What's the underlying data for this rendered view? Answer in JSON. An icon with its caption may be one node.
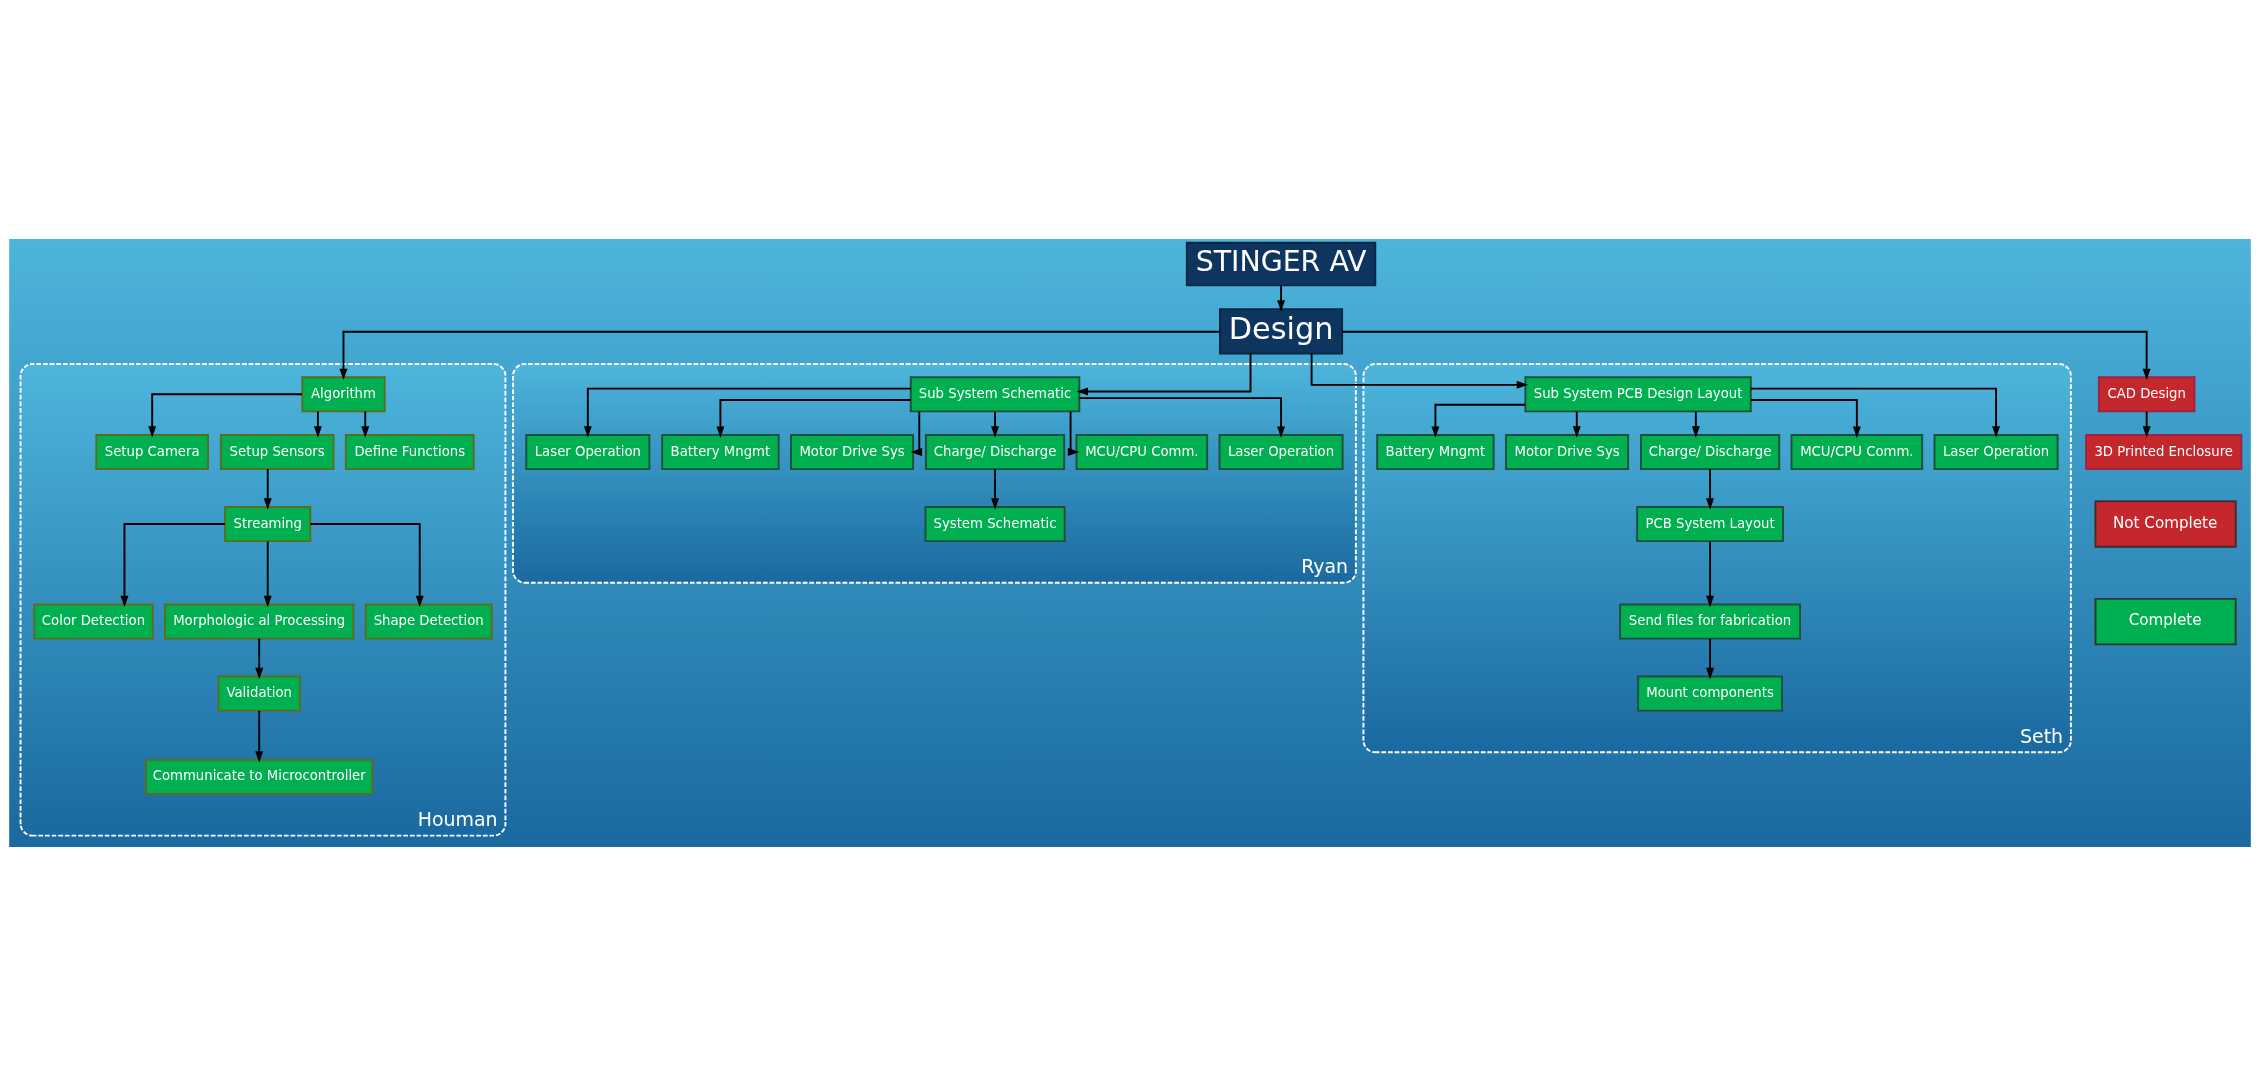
{
  "diagram": {
    "nodes": [
      {
        "text": [
          "STINGER AV"
        ]
      },
      {
        "text": [
          "Design"
        ]
      },
      {
        "text": [
          "CAD Design"
        ]
      },
      {
        "text": [
          "3D Printed Enclosure"
        ]
      },
      {
        "text": [
          "Houman"
        ]
      },
      {
        "text": [
          "Algorithm"
        ],
        "in": 4
      },
      {
        "text": [
          "Setup Camera"
        ],
        "in": 4
      },
      {
        "text": [
          "Setup Sensors"
        ],
        "in": 4
      },
      {
        "text": [
          "Define Functions"
        ],
        "in": 4
      },
      {
        "text": [
          "Streaming"
        ],
        "in": 4
      },
      {
        "text": [
          "Color Detection"
        ],
        "in": 4
      },
      {
        "text": [
          "Morphologic al Processing"
        ],
        "in": 4
      },
      {
        "text": [
          "Shape Detection"
        ],
        "in": 4
      },
      {
        "text": [
          "Validation"
        ],
        "in": 4
      },
      {
        "text": [
          "Communicate to Microcontroller"
        ],
        "in": 4
      },
      {
        "text": [
          "Ryan"
        ]
      },
      {
        "text": [
          "Sub System Schematic"
        ],
        "in": 15
      },
      {
        "text": [
          "Laser Operation"
        ],
        "in": 15
      },
      {
        "text": [
          "Battery Mngmt"
        ],
        "in": 15
      },
      {
        "text": [
          "Motor Drive Sys"
        ],
        "in": 15
      },
      {
        "text": [
          "Charge/ Discharge"
        ],
        "in": 15
      },
      {
        "text": [
          "MCU/CPU Comm."
        ],
        "in": 15
      },
      {
        "text": [
          "Laser Operation"
        ],
        "in": 15
      },
      {
        "text": [
          "System Schematic"
        ],
        "in": 15
      },
      {
        "text": [
          "Seth"
        ]
      },
      {
        "text": [
          "Sub System PCB Design Layout"
        ],
        "in": 24
      },
      {
        "text": [
          "Battery Mngmt"
        ],
        "in": 24
      },
      {
        "text": [
          "Motor Drive Sys"
        ],
        "in": 24
      },
      {
        "text": [
          "Charge/ Discharge"
        ],
        "in": 24
      },
      {
        "text": [
          "MCU/CPU Comm."
        ],
        "in": 24
      },
      {
        "text": [
          "Laser Operation"
        ],
        "in": 24
      },
      {
        "text": [
          "PCB System Layout"
        ],
        "in": 24
      },
      {
        "text": [
          "Send files for fabrication"
        ],
        "in": 24
      },
      {
        "text": [
          "Mount components"
        ],
        "in": 24
      }
    ],
    "edges": [
      {
        "from": 0,
        "to": 1,
        "arrow": "to"
      },
      {
        "from": 1,
        "to": 2,
        "arrow": "to"
      },
      {
        "from": 1,
        "to": 5,
        "arrow": "to"
      },
      {
        "from": 1,
        "to": 16,
        "arrow": "to"
      },
      {
        "from": 1,
        "to": 25,
        "arrow": "to"
      },
      {
        "from": 2,
        "to": 3,
        "arrow": "to"
      },
      {
        "from": 5,
        "to": 6,
        "arrow": "to"
      },
      {
        "from": 5,
        "to": 7,
        "arrow": "to"
      },
      {
        "from": 5,
        "to": 8,
        "arrow": "to"
      },
      {
        "from": 7,
        "to": 9,
        "arrow": "to"
      },
      {
        "from": 9,
        "to": 10,
        "arrow": "to"
      },
      {
        "from": 9,
        "to": 11,
        "arrow": "to"
      },
      {
        "from": 9,
        "to": 12,
        "arrow": "to"
      },
      {
        "from": 11,
        "to": 13,
        "arrow": "to"
      },
      {
        "from": 13,
        "to": 14,
        "arrow": "to"
      },
      {
        "from": 16,
        "to": 17,
        "arrow": "to"
      },
      {
        "from": 16,
        "to": 18,
        "arrow": "to"
      },
      {
        "from": 16,
        "to": 19,
        "arrow": "to"
      },
      {
        "from": 16,
        "to": 20,
        "arrow": "to"
      },
      {
        "from": 16,
        "to": 21,
        "arrow": "to"
      },
      {
        "from": 16,
        "to": 22,
        "arrow": "to"
      },
      {
        "from": 20,
        "to": 23,
        "arrow": "to"
      },
      {
        "from": 25,
        "to": 26,
        "arrow": "to"
      },
      {
        "from": 25,
        "to": 27,
        "arrow": "to"
      },
      {
        "from": 25,
        "to": 28,
        "arrow": "to"
      },
      {
        "from": 25,
        "to": 29,
        "arrow": "to"
      },
      {
        "from": 25,
        "to": 30,
        "arrow": "to"
      },
      {
        "from": 28,
        "to": 31,
        "arrow": "to"
      },
      {
        "from": 31,
        "to": 32,
        "arrow": "to"
      },
      {
        "from": 32,
        "to": 33,
        "arrow": "to"
      }
    ],
    "legend": [
      {
        "text": "Not Complete",
        "color": "#c5282c"
      },
      {
        "text": "Complete",
        "color": "#00b050"
      }
    ]
  }
}
